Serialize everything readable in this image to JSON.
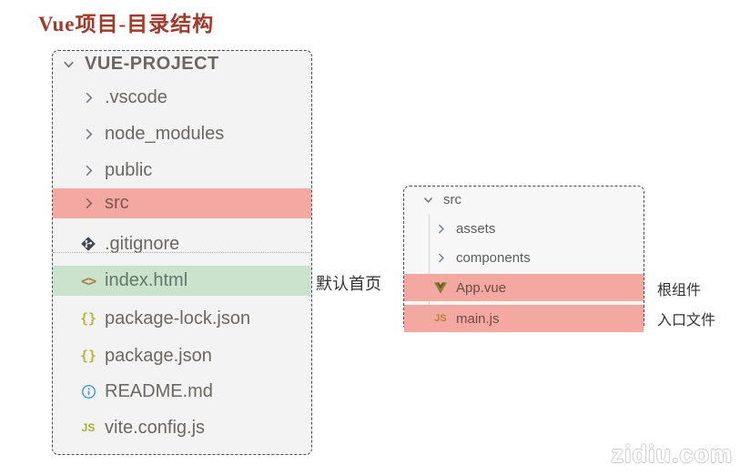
{
  "title": "Vue项目-目录结构",
  "colors": {
    "title": "#a13a2b",
    "highlight_pink": "#f4a8a2",
    "highlight_green": "#c9e3cd",
    "panel_bg": "#f3f3f3"
  },
  "left_panel": {
    "items": [
      {
        "label": "VUE-PROJECT",
        "icon": "chevron-down-icon",
        "highlight": "none"
      },
      {
        "label": ".vscode",
        "icon": "chevron-right-icon",
        "highlight": "none"
      },
      {
        "label": "node_modules",
        "icon": "chevron-right-icon",
        "highlight": "none"
      },
      {
        "label": "public",
        "icon": "chevron-right-icon",
        "highlight": "none"
      },
      {
        "label": "src",
        "icon": "chevron-right-icon",
        "highlight": "pink"
      },
      {
        "label": ".gitignore",
        "icon": "git-icon",
        "highlight": "none"
      },
      {
        "label": "index.html",
        "icon": "html-angle-icon",
        "highlight": "green"
      },
      {
        "label": "package-lock.json",
        "icon": "json-brace-icon",
        "highlight": "none"
      },
      {
        "label": "package.json",
        "icon": "json-brace-icon",
        "highlight": "none"
      },
      {
        "label": "README.md",
        "icon": "info-icon",
        "highlight": "none"
      },
      {
        "label": "vite.config.js",
        "icon": "js-icon",
        "highlight": "none"
      }
    ]
  },
  "right_panel": {
    "items": [
      {
        "label": "src",
        "icon": "chevron-down-icon",
        "highlight": "none"
      },
      {
        "label": "assets",
        "icon": "chevron-right-icon",
        "highlight": "none"
      },
      {
        "label": "components",
        "icon": "chevron-right-icon",
        "highlight": "none"
      },
      {
        "label": "App.vue",
        "icon": "vue-icon",
        "highlight": "pink"
      },
      {
        "label": "main.js",
        "icon": "js-icon",
        "highlight": "pink"
      }
    ]
  },
  "annotations": {
    "index_html": "默认首页",
    "app_vue": "根组件",
    "main_js": "入口文件"
  },
  "watermark": "zidiu.com"
}
